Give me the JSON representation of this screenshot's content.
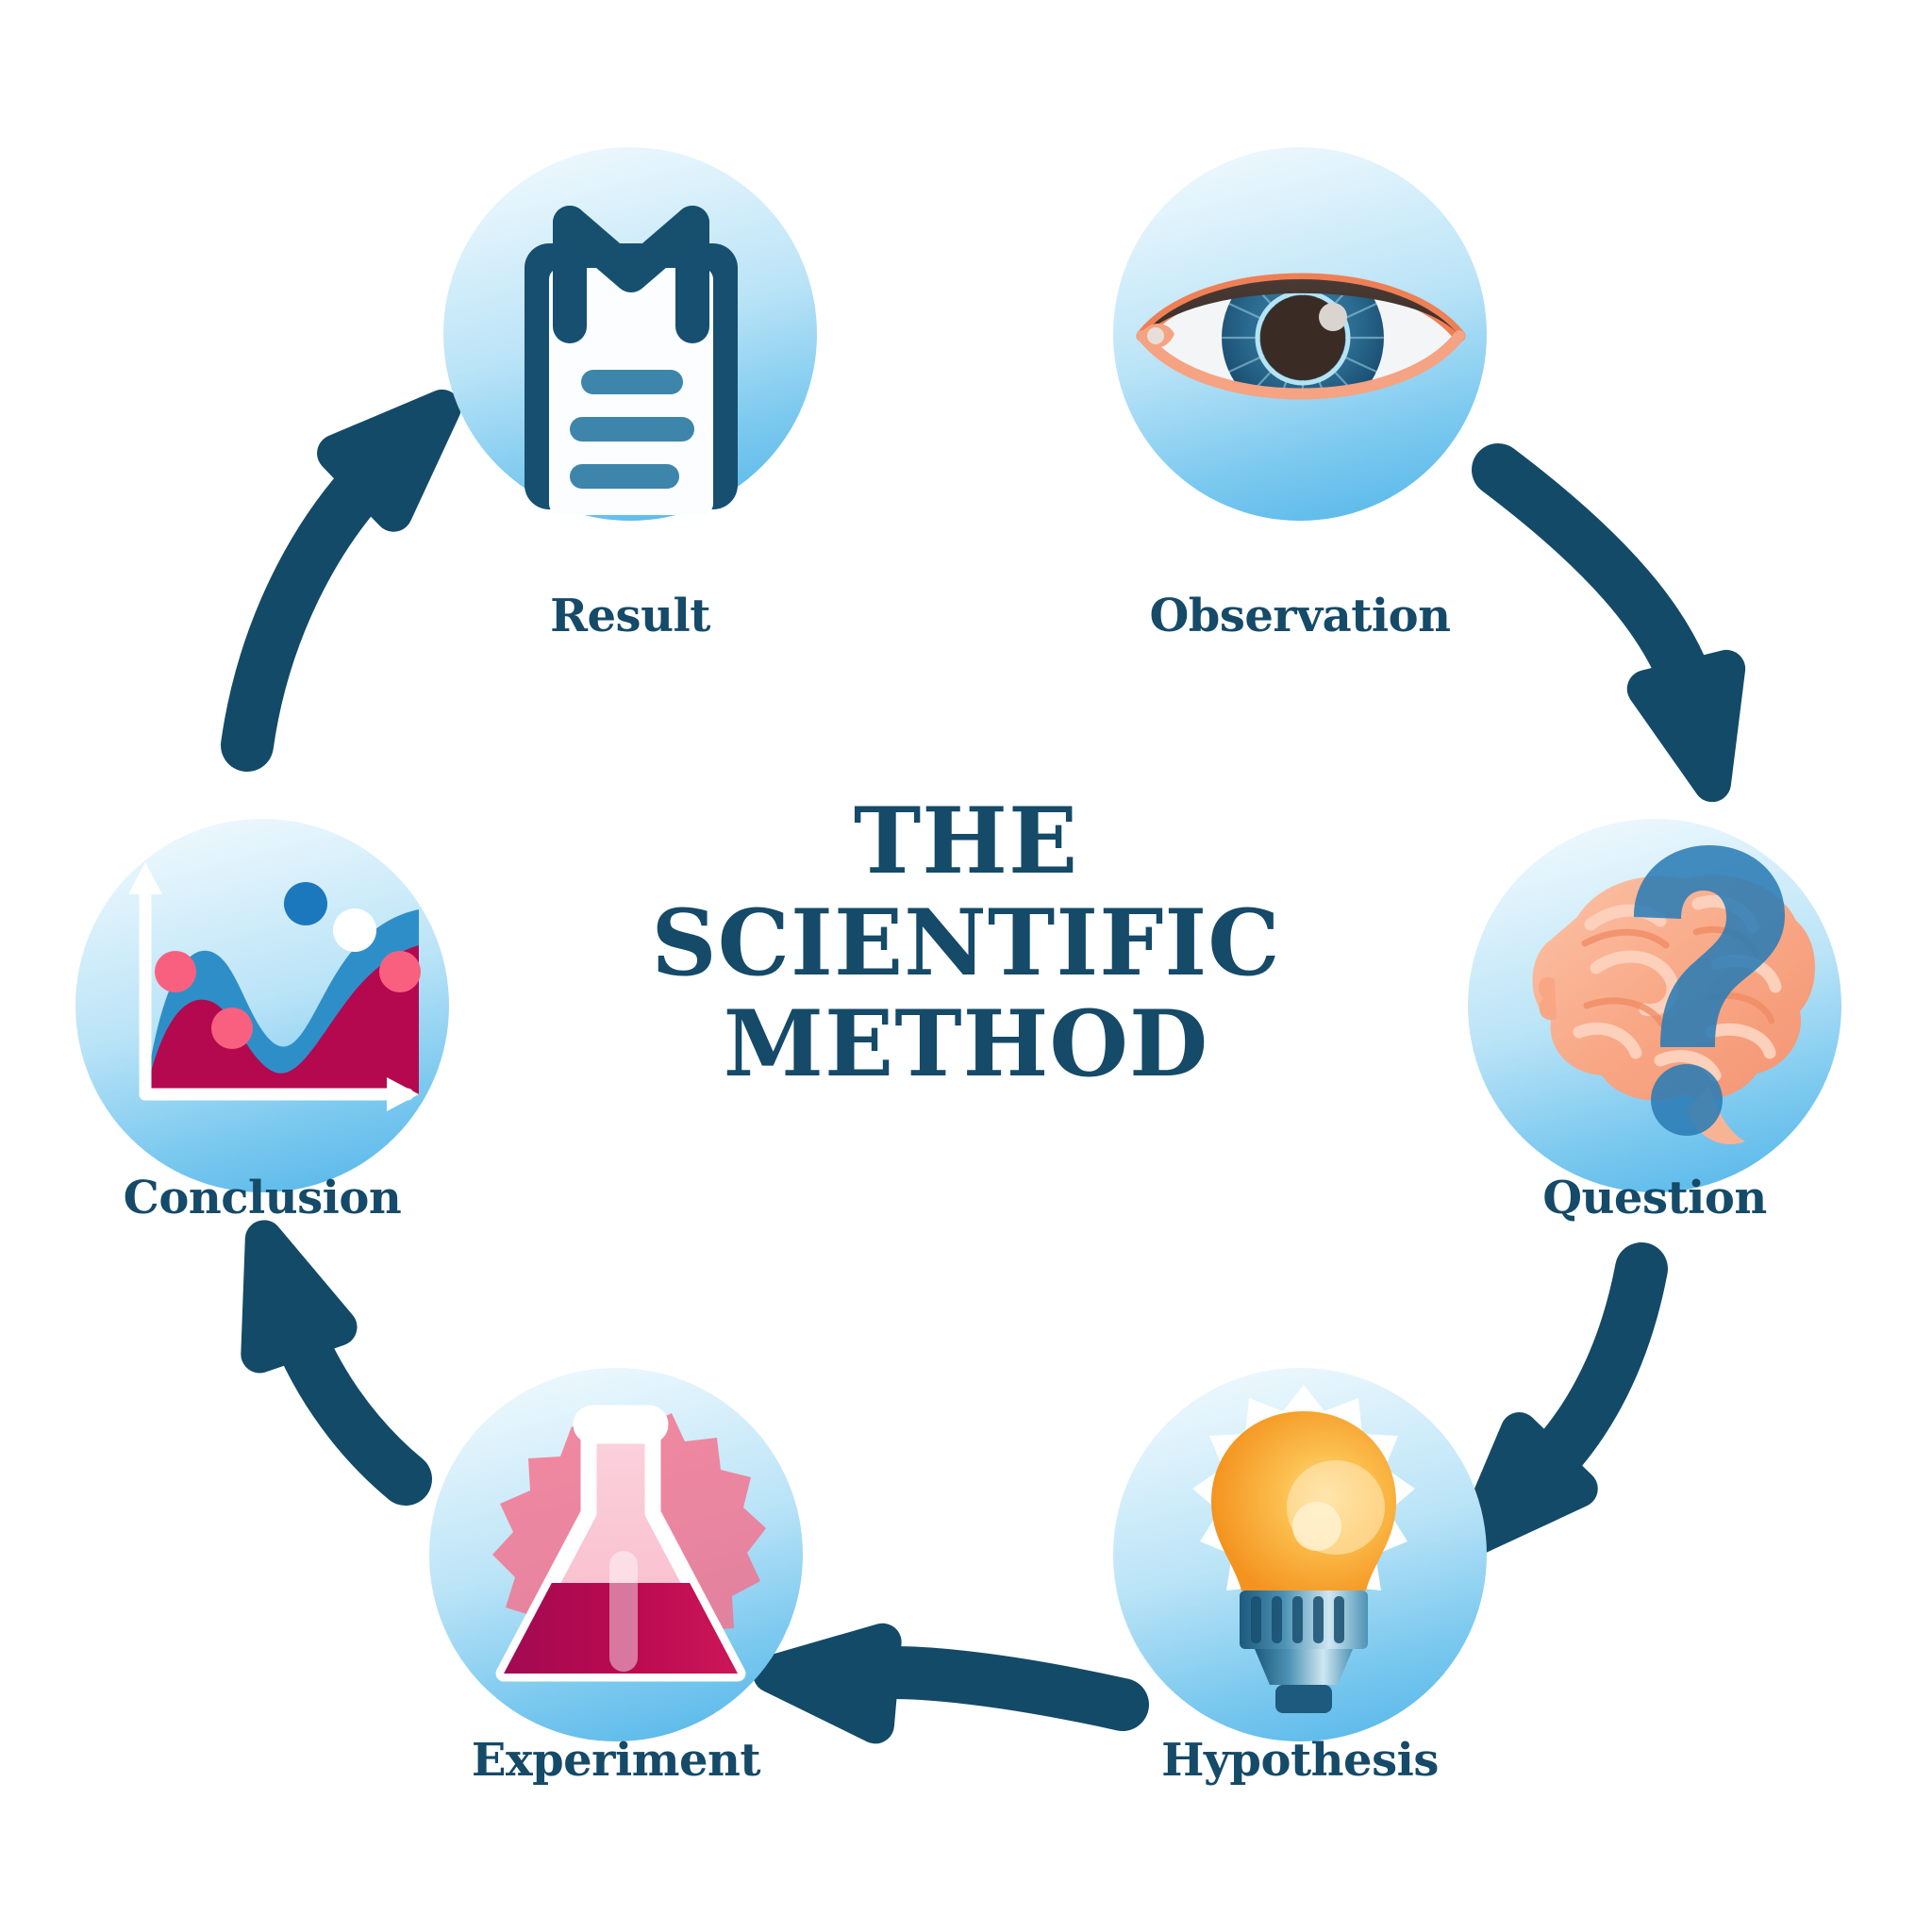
{
  "title": {
    "line1": "THE",
    "line2": "SCIENTIFIC",
    "line3": "METHOD"
  },
  "colors": {
    "navy": "#154a68",
    "circle_light": "#e3f4fc",
    "circle_deep": "#4fb4e8",
    "steel_blue": "#3d85ab",
    "crimson": "#b4094f",
    "pink": "#f9607f",
    "orange": "#f7941d",
    "salmon": "#f6a184",
    "question_blue": "#2b7cb5"
  },
  "steps": [
    {
      "id": "observation",
      "label": "Observation",
      "icon": "eye-icon",
      "order": 1
    },
    {
      "id": "question",
      "label": "Question",
      "icon": "brain-question-icon",
      "order": 2
    },
    {
      "id": "hypothesis",
      "label": "Hypothesis",
      "icon": "lightbulb-icon",
      "order": 3
    },
    {
      "id": "experiment",
      "label": "Experiment",
      "icon": "flask-icon",
      "order": 4
    },
    {
      "id": "conclusion",
      "label": "Conclusion",
      "icon": "chart-icon",
      "order": 5
    },
    {
      "id": "result",
      "label": "Result",
      "icon": "clipboard-icon",
      "order": 6
    }
  ],
  "arrows": [
    {
      "id": "observation-to-question",
      "from": "observation",
      "to": "question",
      "icon": "curved-arrow-icon"
    },
    {
      "id": "question-to-hypothesis",
      "from": "question",
      "to": "hypothesis",
      "icon": "curved-arrow-icon"
    },
    {
      "id": "hypothesis-to-experiment",
      "from": "hypothesis",
      "to": "experiment",
      "icon": "curved-arrow-icon"
    },
    {
      "id": "experiment-to-conclusion",
      "from": "experiment",
      "to": "conclusion",
      "icon": "curved-arrow-icon"
    },
    {
      "id": "conclusion-to-result",
      "from": "conclusion",
      "to": "result",
      "icon": "curved-arrow-icon"
    }
  ]
}
